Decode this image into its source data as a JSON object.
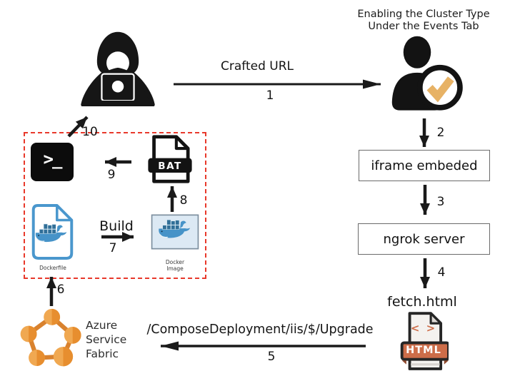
{
  "caption": {
    "line1": "Enabling the Cluster Type",
    "line2": "Under the Events Tab"
  },
  "steps": {
    "s1": {
      "num": "1",
      "label": "Crafted URL"
    },
    "s2": {
      "num": "2"
    },
    "s3": {
      "num": "3"
    },
    "s4": {
      "num": "4"
    },
    "s5": {
      "num": "5",
      "label": "/ComposeDeployment/iis/$/Upgrade"
    },
    "s6": {
      "num": "6"
    },
    "s7": {
      "num": "7",
      "label": "Build"
    },
    "s8": {
      "num": "8"
    },
    "s9": {
      "num": "9"
    },
    "s10": {
      "num": "10"
    }
  },
  "boxes": {
    "iframe": "iframe embeded",
    "ngrok": "ngrok server"
  },
  "files": {
    "fetch_html": "fetch.html",
    "bat_badge": "BAT",
    "html_badge": "HTML",
    "html_code": "< >",
    "dockerfile_label": "Dockerfile",
    "docker_image_label": "Docker Image"
  },
  "terminal": {
    "prompt": ">_"
  },
  "azure": {
    "line1": "Azure",
    "line2": "Service",
    "line3": "Fabric"
  },
  "colors": {
    "dashed_zone_red": "#e8392b",
    "azure_orange": "#f09c44",
    "azure_connector": "#d9822e",
    "docker_blue": "#4693c8",
    "docker_outline_blue": "#4a97cd",
    "html_orange": "#cd6d49",
    "check_orange": "#e7b265",
    "arrow_black": "#1a1a1a"
  }
}
